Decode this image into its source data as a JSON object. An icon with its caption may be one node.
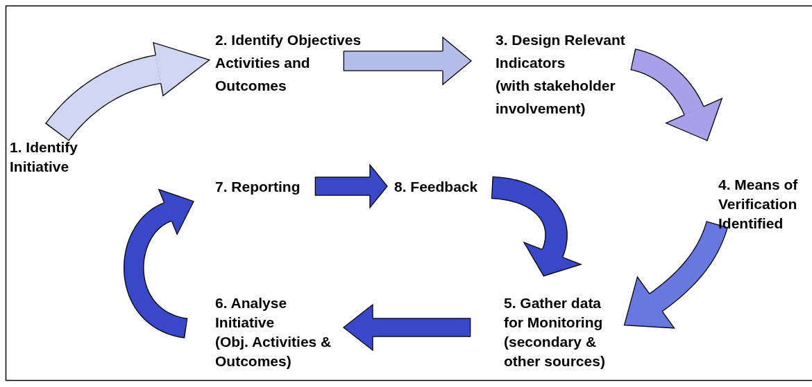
{
  "diagram": {
    "nodes": [
      {
        "text": [
          "1. Identify Initiative"
        ]
      },
      {
        "text": [
          "2. Identify Objectives Activities and Outcomes"
        ]
      },
      {
        "text": [
          "3. Design Relevant Indicators",
          "(with stakeholder involvement)"
        ]
      },
      {
        "text": [
          "4. Means of Verification Identified"
        ]
      },
      {
        "text": [
          "5. Gather data for Monitoring",
          "(secondary & other sources)"
        ]
      },
      {
        "text": [
          "6. Analyse Initiative",
          "(Obj. Activities & Outcomes)"
        ]
      },
      {
        "text": [
          "7. Reporting"
        ]
      },
      {
        "text": [
          "8. Feedback"
        ]
      }
    ],
    "edges": [
      {
        "from": 0,
        "to": 1,
        "arrow": "to",
        "color": "#d0d5f2"
      },
      {
        "from": 1,
        "to": 2,
        "arrow": "to",
        "color": "#b4bce9"
      },
      {
        "from": 2,
        "to": 3,
        "arrow": "to",
        "color": "#a8a0e8"
      },
      {
        "from": 3,
        "to": 4,
        "arrow": "to",
        "color": "#6878e0"
      },
      {
        "from": 4,
        "to": 5,
        "arrow": "to"
      },
      {
        "from": 5,
        "to": 6,
        "arrow": "to"
      },
      {
        "from": 6,
        "to": 7,
        "arrow": "to"
      },
      {
        "from": 7,
        "to": 4,
        "arrow": "to"
      }
    ]
  }
}
